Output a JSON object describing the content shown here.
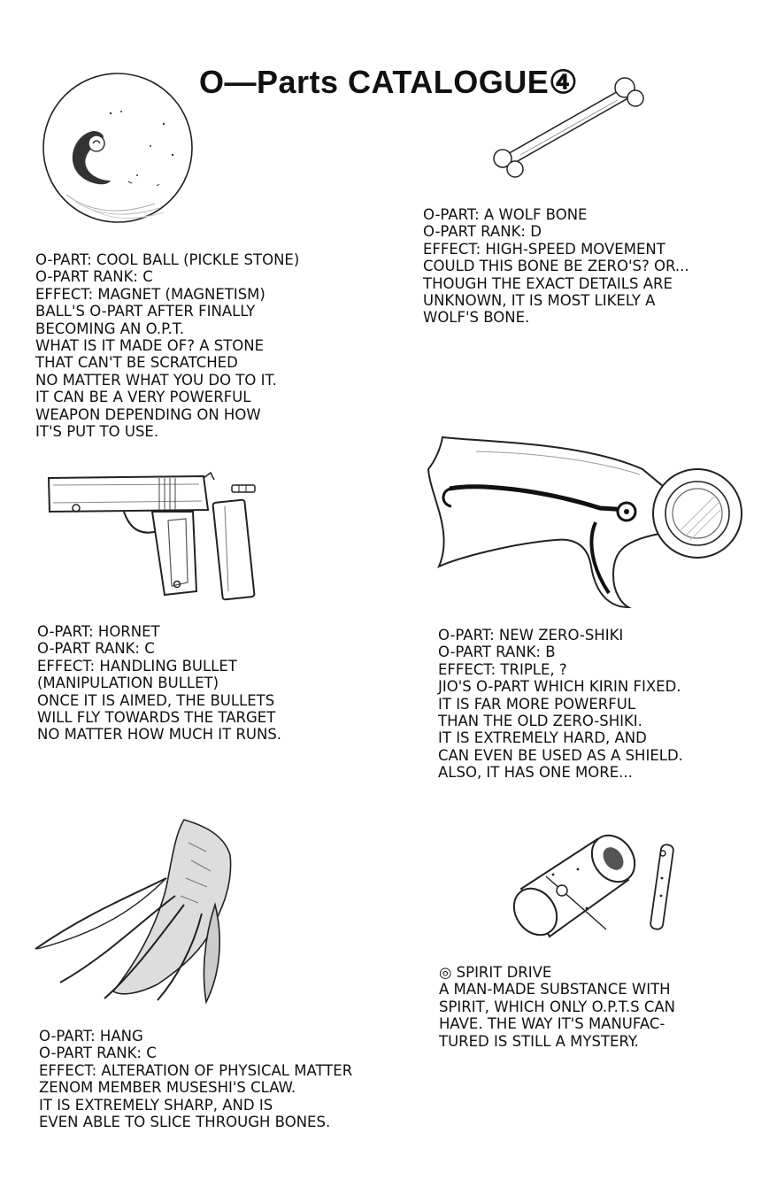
{
  "title": "O—Parts CATALOGUE④",
  "entries": {
    "cool_ball": {
      "lines": [
        "O-PART: COOL BALL (PICKLE STONE)",
        "O-PART RANK: C",
        "EFFECT: MAGNET (MAGNETISM)",
        "BALL'S O-PART AFTER FINALLY",
        "BECOMING AN O.P.T.",
        "WHAT IS IT MADE OF? A STONE",
        "THAT CAN'T BE SCRATCHED",
        "NO MATTER WHAT YOU DO TO IT.",
        "IT CAN BE A VERY POWERFUL",
        "WEAPON DEPENDING ON HOW",
        "IT'S PUT TO USE."
      ]
    },
    "wolf_bone": {
      "lines": [
        "O-PART: A WOLF BONE",
        "O-PART RANK: D",
        "EFFECT: HIGH-SPEED MOVEMENT",
        "COULD THIS BONE BE ZERO'S? OR...",
        "THOUGH THE EXACT DETAILS ARE",
        "UNKNOWN, IT IS MOST LIKELY A",
        "WOLF'S BONE."
      ]
    },
    "hornet": {
      "lines": [
        "O-PART: HORNET",
        "O-PART RANK: C",
        "EFFECT: HANDLING BULLET",
        "(MANIPULATION BULLET)",
        "ONCE IT IS AIMED, THE BULLETS",
        "WILL FLY TOWARDS THE TARGET",
        "NO MATTER HOW MUCH IT RUNS."
      ]
    },
    "new_zero_shiki": {
      "lines": [
        "O-PART: NEW ZERO-SHIKI",
        "O-PART RANK: B",
        "EFFECT: TRIPLE, ?",
        "JIO'S O-PART WHICH KIRIN FIXED.",
        "IT IS FAR MORE POWERFUL",
        "THAN THE OLD ZERO-SHIKI.",
        "IT IS EXTREMELY HARD, AND",
        "CAN EVEN BE USED AS A SHIELD.",
        "ALSO, IT HAS ONE MORE..."
      ]
    },
    "hang": {
      "lines": [
        "O-PART: HANG",
        "O-PART RANK: C",
        "EFFECT: ALTERATION OF PHYSICAL MATTER",
        "ZENOM MEMBER MUSESHI'S CLAW.",
        "IT IS EXTREMELY SHARP, AND IS",
        "EVEN ABLE TO SLICE THROUGH BONES."
      ]
    },
    "spirit_drive": {
      "lines": [
        "◎ SPIRIT DRIVE",
        "A MAN-MADE SUBSTANCE WITH",
        "SPIRIT, WHICH ONLY O.P.T.S CAN",
        "HAVE. THE WAY IT'S MANUFAC-",
        "TURED IS STILL A MYSTERY."
      ]
    }
  },
  "colors": {
    "ink": "#111111",
    "paper": "#ffffff",
    "shade": "#9a9a9a"
  }
}
